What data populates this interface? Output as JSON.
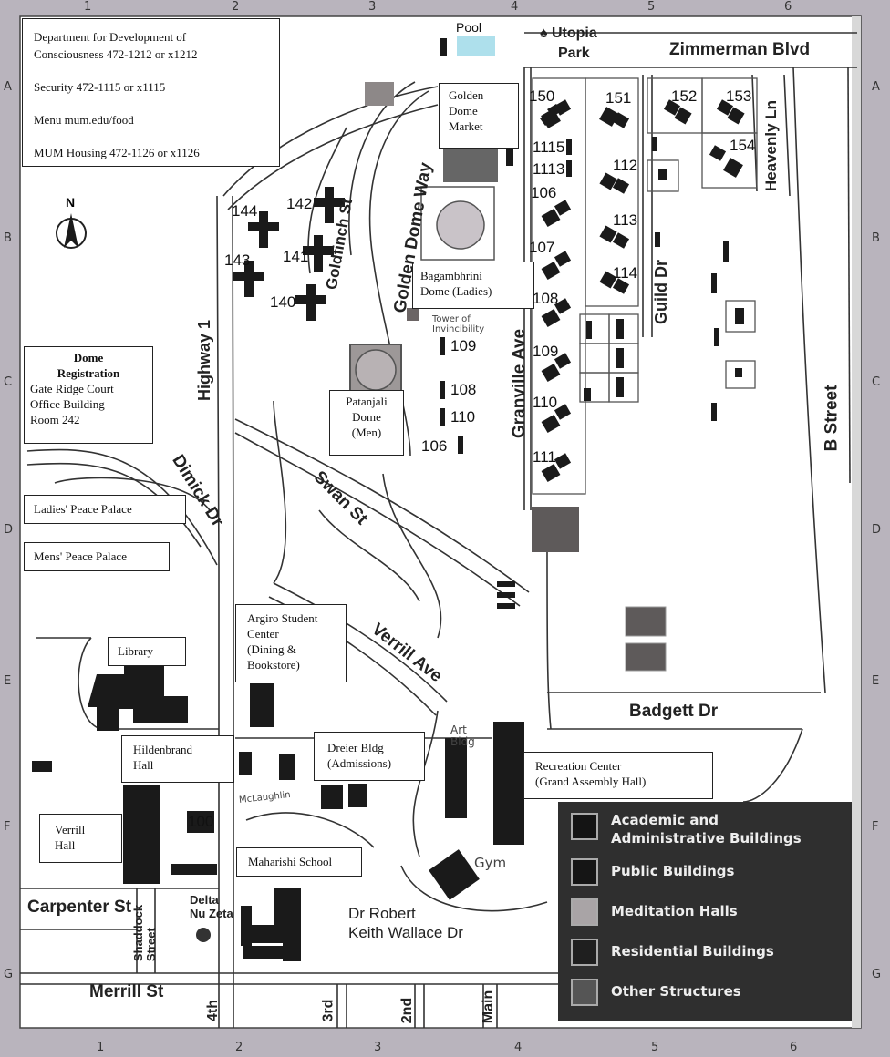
{
  "info": {
    "line1": "Department for Development of",
    "line2": "Consciousness   472-1212  or x1212",
    "line3": "Security 472-1115 or x1115",
    "line4": "Menu  mum.edu/food",
    "line5": "MUM Housing 472-1126 or x1126"
  },
  "grid": {
    "cols": [
      "1",
      "2",
      "3",
      "4",
      "5",
      "6"
    ],
    "rows": [
      "A",
      "B",
      "C",
      "D",
      "E",
      "F",
      "G"
    ]
  },
  "compass": "N",
  "places": {
    "pool": "Pool",
    "utopia_park": [
      "Utopia",
      "Park"
    ],
    "golden_dome_market": [
      "Golden",
      "Dome",
      "Market"
    ],
    "bagambhrini": [
      "Bagambhrini",
      "Dome (Ladies)"
    ],
    "tower": [
      "Tower of",
      "Invincibility"
    ],
    "patanjali": [
      "Patanjali",
      "Dome",
      "(Men)"
    ],
    "dome_registration": [
      "Dome",
      "Registration",
      "Gate Ridge Court",
      "Office Building",
      "Room 242"
    ],
    "ladies_peace_palace": "Ladies' Peace Palace",
    "mens_peace_palace": "Mens' Peace Palace",
    "library": "Library",
    "argiro": [
      "Argiro Student",
      "Center",
      "(Dining &",
      "Bookstore)"
    ],
    "hildenbrand": [
      "Hildenbrand",
      "Hall"
    ],
    "dreier": [
      "Dreier Bldg",
      "(Admissions)"
    ],
    "art_bldg": [
      "Art",
      "Bldg"
    ],
    "recreation": [
      "Recreation Center",
      "(Grand Assembly Hall)"
    ],
    "verrill_hall": [
      "Verrill",
      "Hall"
    ],
    "maharishi_school": "Maharishi School",
    "delta_nu_zeta": [
      "Delta",
      "Nu Zeta"
    ],
    "gym": "Gym",
    "mclaughlin": "McLaughlin"
  },
  "streets": {
    "zimmerman": "Zimmerman  Blvd",
    "heavenly": "Heavenly Ln",
    "goldfinch": "Goldfinch St",
    "golden_dome_way": "Golden Dome Way",
    "highway1": "Highway 1",
    "granville": "Granville Ave",
    "guild": "Guild Dr",
    "b_street": "B Street",
    "dimick": "Dimick Dr",
    "swan": "Swan St",
    "verrill_ave": "Verrill Ave",
    "badgett": "Badgett Dr",
    "carpenter": "Carpenter St",
    "shaddock": [
      "Shaddock",
      "Street"
    ],
    "merrill": "Merrill St",
    "fourth": "4th",
    "third": "3rd",
    "second": "2nd",
    "main": "Main",
    "wallace": [
      "Dr Robert",
      "Keith Wallace Dr"
    ]
  },
  "building_numbers": {
    "n150": "150",
    "n151": "151",
    "n152": "152",
    "n153": "153",
    "n154": "154",
    "n1115": "1115",
    "n1113": "1113",
    "n106": "106",
    "n112": "112",
    "n113": "113",
    "n107": "107",
    "n114": "114",
    "n108": "108",
    "n109": "109",
    "n110": "110",
    "n111": "111",
    "n144": "144",
    "n142": "142",
    "n143": "143",
    "n141": "141",
    "n140": "140",
    "c109": "109",
    "c108": "108",
    "c110": "110",
    "c106": "106",
    "n100": "100"
  },
  "legend": [
    {
      "label": "Academic and",
      "label2": "Administrative Buildings",
      "color": "#141414"
    },
    {
      "label": "Public Buildings",
      "color": "#151515"
    },
    {
      "label": "Meditation Halls",
      "color": "#a9a4a6"
    },
    {
      "label": "Residential Buildings",
      "color": "#1f1f1f"
    },
    {
      "label": "Other Structures",
      "color": "#555555"
    }
  ],
  "colors": {
    "background": "#b9b4bd",
    "map": "#ffffff",
    "pool": "#aee0ec",
    "building": "#1a1a1a",
    "meditation": "#9d9898",
    "other": "#5e5a5a"
  }
}
